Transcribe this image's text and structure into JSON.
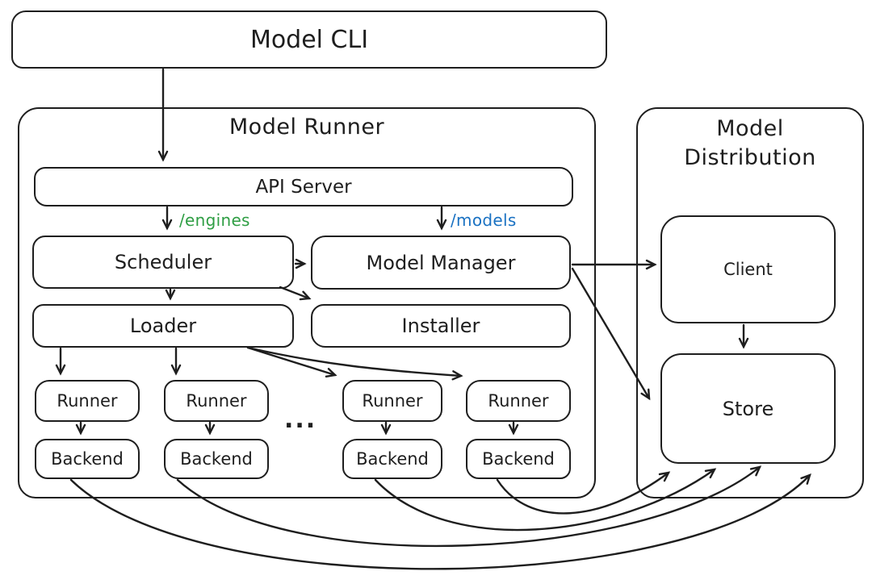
{
  "diagram": {
    "model_cli": {
      "label": "Model CLI"
    },
    "model_runner": {
      "title": "Model Runner",
      "api_server": {
        "label": "API Server"
      },
      "scheduler": {
        "label": "Scheduler"
      },
      "model_manager": {
        "label": "Model Manager"
      },
      "loader": {
        "label": "Loader"
      },
      "installer": {
        "label": "Installer"
      },
      "runners": [
        "Runner",
        "Runner",
        "Runner",
        "Runner"
      ],
      "backends": [
        "Backend",
        "Backend",
        "Backend",
        "Backend"
      ],
      "ellipsis": "..."
    },
    "model_distribution": {
      "title_line1": "Model",
      "title_line2": "Distribution",
      "client": {
        "label": "Client"
      },
      "store": {
        "label": "Store"
      }
    },
    "edge_labels": {
      "engines": {
        "text": "/engines",
        "color": "#2f9e44"
      },
      "models": {
        "text": "/models",
        "color": "#1971c2"
      }
    },
    "colors": {
      "stroke": "#1e1e1e",
      "background": "#ffffff"
    }
  }
}
